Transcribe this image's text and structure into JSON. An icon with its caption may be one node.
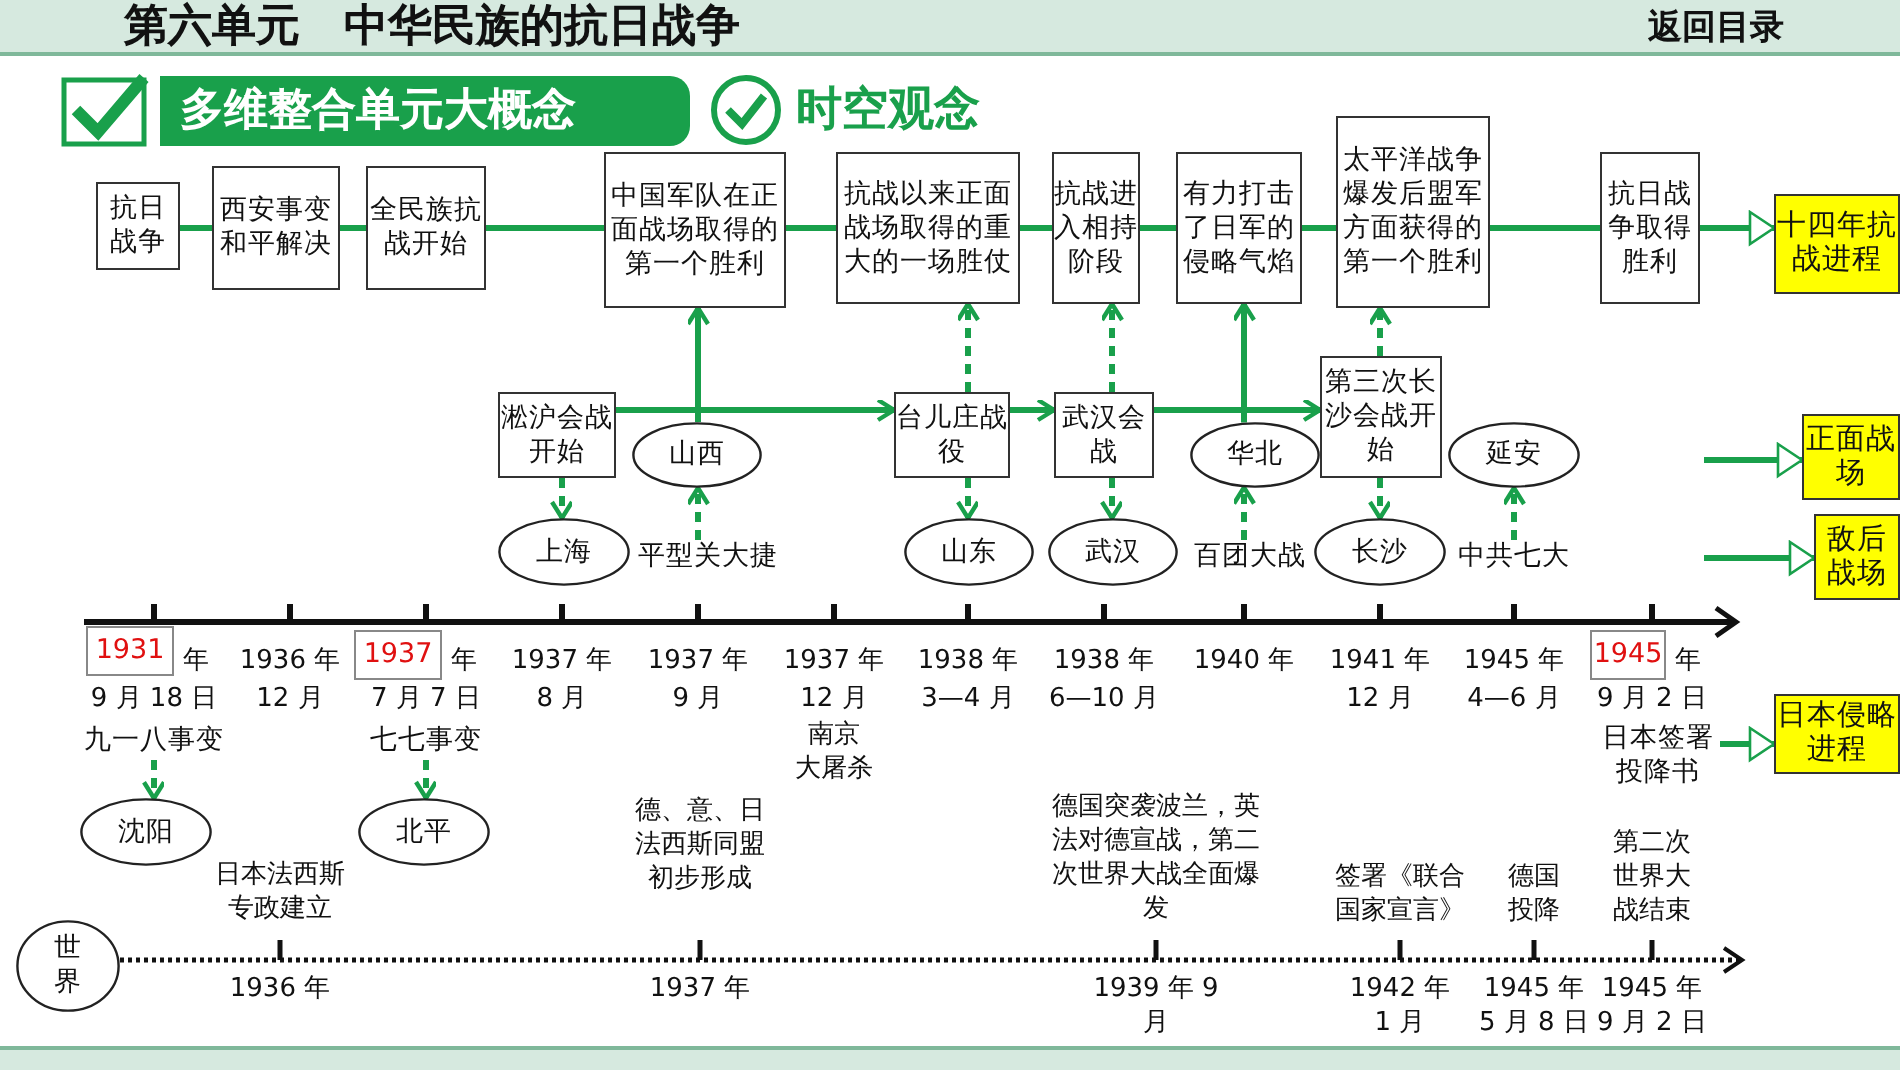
{
  "diagram": {
    "title": "第六单元　中华民族的抗日战争",
    "nodes": [
      {
        "text": [
          "抗日战争"
        ]
      },
      {
        "text": [
          "西安事变和平解决"
        ]
      },
      {
        "text": [
          "全民族抗战开始"
        ]
      },
      {
        "text": [
          "中国军队在正面战场取得的第一个胜利"
        ]
      },
      {
        "text": [
          "抗战以来正面战场取得的重大的一场胜仗"
        ]
      },
      {
        "text": [
          "抗战进入相持阶段"
        ]
      },
      {
        "text": [
          "有力打击了日军的侵略气焰"
        ]
      },
      {
        "text": [
          "太平洋战争爆发后盟军方面获得的第一个胜利"
        ]
      },
      {
        "text": [
          "抗日战争取得胜利"
        ]
      },
      {
        "text": [
          "十四年抗战进程"
        ]
      },
      {
        "text": [
          "淞沪会战开始"
        ]
      },
      {
        "text": [
          "山西"
        ]
      },
      {
        "text": [
          "台儿庄战役"
        ]
      },
      {
        "text": [
          "武汉会战"
        ]
      },
      {
        "text": [
          "华北"
        ]
      },
      {
        "text": [
          "第三次长沙会战开始"
        ]
      },
      {
        "text": [
          "延安"
        ]
      },
      {
        "text": [
          "正面战场"
        ]
      },
      {
        "text": [
          "上海"
        ]
      },
      {
        "text": [
          "平型关大捷"
        ]
      },
      {
        "text": [
          "山东"
        ]
      },
      {
        "text": [
          "武汉"
        ]
      },
      {
        "text": [
          "百团大战"
        ]
      },
      {
        "text": [
          "长沙"
        ]
      },
      {
        "text": [
          "中共七大"
        ]
      },
      {
        "text": [
          "敌后战场"
        ]
      },
      {
        "text": [
          "九一八事变"
        ]
      },
      {
        "text": [
          "沈阳"
        ]
      },
      {
        "text": [
          "七七事变"
        ]
      },
      {
        "text": [
          "北平"
        ]
      },
      {
        "text": [
          "日本侵略进程"
        ]
      },
      {
        "text": [
          "日本签署投降书"
        ]
      },
      {
        "text": [
          "世界"
        ]
      },
      {
        "text": [
          "1931"
        ],
        "beside": [
          "年",
          "9 月 18 日"
        ]
      },
      {
        "text": [
          "1937"
        ],
        "beside": [
          "年",
          "7 月 7 日"
        ]
      },
      {
        "text": [
          "1945"
        ],
        "beside": [
          "年",
          "9 月 2 日"
        ]
      }
    ],
    "edges": [
      {
        "from": 0,
        "to": 1,
        "arrow": "none"
      },
      {
        "from": 1,
        "to": 2,
        "arrow": "none"
      },
      {
        "from": 2,
        "to": 3,
        "arrow": "none"
      },
      {
        "from": 3,
        "to": 4,
        "arrow": "none"
      },
      {
        "from": 4,
        "to": 5,
        "arrow": "none"
      },
      {
        "from": 5,
        "to": 6,
        "arrow": "none"
      },
      {
        "from": 6,
        "to": 7,
        "arrow": "none"
      },
      {
        "from": 7,
        "to": 8,
        "arrow": "none"
      },
      {
        "from": 8,
        "to": 9,
        "arrow": "to"
      },
      {
        "from": 10,
        "to": 12,
        "arrow": "to"
      },
      {
        "from": 11,
        "to": 3,
        "arrow": "to"
      },
      {
        "from": 12,
        "to": 13,
        "arrow": "to"
      },
      {
        "from": 13,
        "to": 15,
        "arrow": "to"
      },
      {
        "from": 14,
        "to": 6,
        "arrow": "to"
      },
      {
        "from": 10,
        "to": 18,
        "arrow": "to",
        "style": "dashed"
      },
      {
        "from": 19,
        "to": 11,
        "arrow": "to",
        "style": "dashed"
      },
      {
        "from": 12,
        "to": 4,
        "arrow": "to",
        "style": "dashed"
      },
      {
        "from": 12,
        "to": 20,
        "arrow": "to",
        "style": "dashed"
      },
      {
        "from": 13,
        "to": 5,
        "arrow": "to",
        "style": "dashed"
      },
      {
        "from": 13,
        "to": 21,
        "arrow": "to",
        "style": "dashed"
      },
      {
        "from": 22,
        "to": 14,
        "arrow": "to",
        "style": "dashed"
      },
      {
        "from": 15,
        "to": 7,
        "arrow": "to",
        "style": "dashed"
      },
      {
        "from": 15,
        "to": 23,
        "arrow": "to",
        "style": "dashed"
      },
      {
        "from": 24,
        "to": 16,
        "arrow": "to",
        "style": "dashed"
      },
      {
        "from": null,
        "to": 17,
        "arrow": "to"
      },
      {
        "from": null,
        "to": 25,
        "arrow": "to"
      },
      {
        "from": 26,
        "to": 27,
        "arrow": "to",
        "style": "dashed"
      },
      {
        "from": 28,
        "to": 29,
        "arrow": "to",
        "style": "dashed"
      },
      {
        "from": 31,
        "to": 30,
        "arrow": "to"
      }
    ],
    "labels": [
      "返回目录",
      "多维整合单元大概念",
      "时空观念",
      "1936 年",
      "12 月",
      "1937 年",
      "8 月",
      "1937 年",
      "9 月",
      "1937 年",
      "12 月",
      "南京",
      "大屠杀",
      "1938 年",
      "3—4 月",
      "1938 年",
      "6—10 月",
      "1940 年",
      "1941 年",
      "12 月",
      "1945 年",
      "4—6 月",
      "日本法西斯专政建立",
      "1936 年",
      "德、意、日法西斯同盟初步形成",
      "1937 年",
      "德国突袭波兰，英法对德宣战，第二次世界大战全面爆发",
      "1939 年 9 月",
      "签署《联合国家宣言》",
      "1942 年",
      "1 月",
      "德国投降",
      "1945 年",
      "5 月 8 日",
      "第二次世界大战结束",
      "1945 年",
      "9 月 2 日"
    ]
  }
}
